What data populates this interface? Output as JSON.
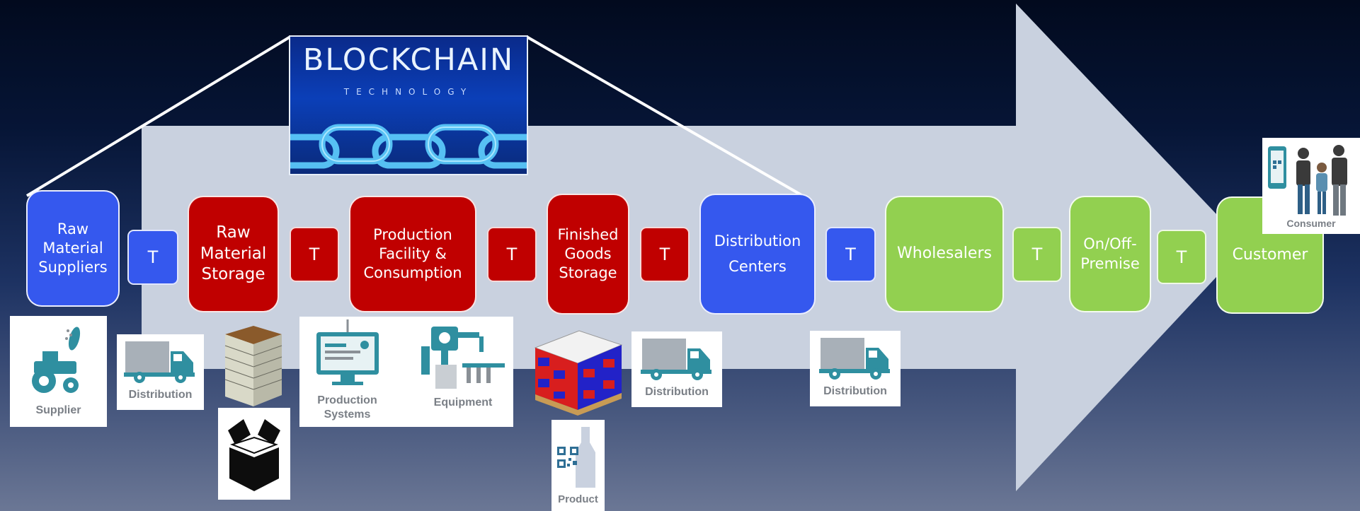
{
  "blockchain": {
    "title": "BLOCKCHAIN",
    "subtitle": "TECHNOLOGY"
  },
  "nodes": [
    {
      "label": "Raw\nMaterial\nSuppliers",
      "color": "#3558ee"
    },
    {
      "label": "Raw\nMaterial\nStorage",
      "color": "#c00000"
    },
    {
      "label": "Production\nFacility &\nConsumption",
      "color": "#c00000"
    },
    {
      "label": "Finished\nGoods\nStorage",
      "color": "#c00000"
    },
    {
      "label": "Distribution\nCenters",
      "color": "#3558ee"
    },
    {
      "label": "Wholesalers",
      "color": "#92d050"
    },
    {
      "label": "On/Off-\nPremise",
      "color": "#92d050"
    },
    {
      "label": "Customer",
      "color": "#92d050"
    }
  ],
  "transport": {
    "label": "T"
  },
  "cards": {
    "supplier": "Supplier",
    "distribution": "Distribution",
    "production_systems": "Production\nSystems",
    "equipment": "Equipment",
    "product": "Product",
    "consumer": "Consumer"
  },
  "colors": {
    "arrow": "#c9d1df",
    "blue": "#3558ee",
    "red": "#c00000",
    "green": "#92d050",
    "icon_teal": "#2f8fa0"
  }
}
